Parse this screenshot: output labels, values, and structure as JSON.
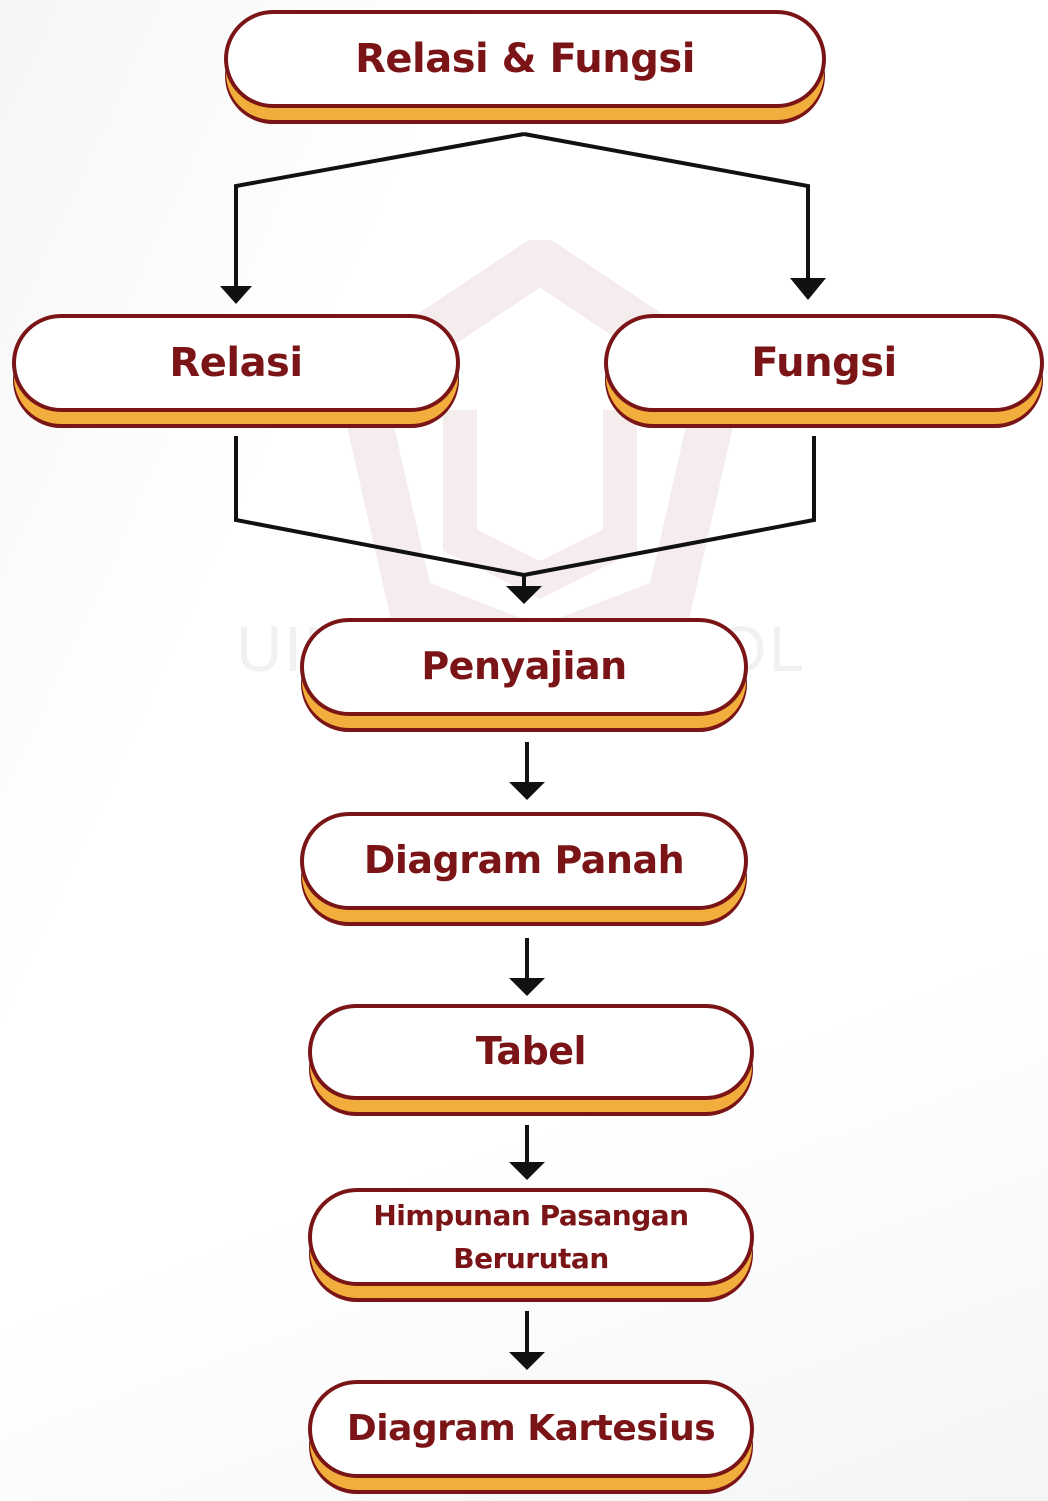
{
  "diagram": {
    "nodes": {
      "root": "Relasi & Fungsi",
      "relasi": "Relasi",
      "fungsi": "Fungsi",
      "penyajian": "Penyajian",
      "diagram_panah": "Diagram Panah",
      "tabel": "Tabel",
      "himpunan_pasangan_berurutan": "Himpunan Pasangan Berurutan",
      "diagram_kartesius": "Diagram Kartesius"
    },
    "edges": [
      [
        "root",
        "relasi"
      ],
      [
        "root",
        "fungsi"
      ],
      [
        "relasi",
        "penyajian"
      ],
      [
        "fungsi",
        "penyajian"
      ],
      [
        "penyajian",
        "diagram_panah"
      ],
      [
        "diagram_panah",
        "tabel"
      ],
      [
        "tabel",
        "himpunan_pasangan_berurutan"
      ],
      [
        "himpunan_pasangan_berurutan",
        "diagram_kartesius"
      ]
    ]
  },
  "colors": {
    "node_border": "#7a1416",
    "node_text": "#7a1416",
    "node_shadow": "#f1ae3c",
    "arrow": "#111111"
  }
}
